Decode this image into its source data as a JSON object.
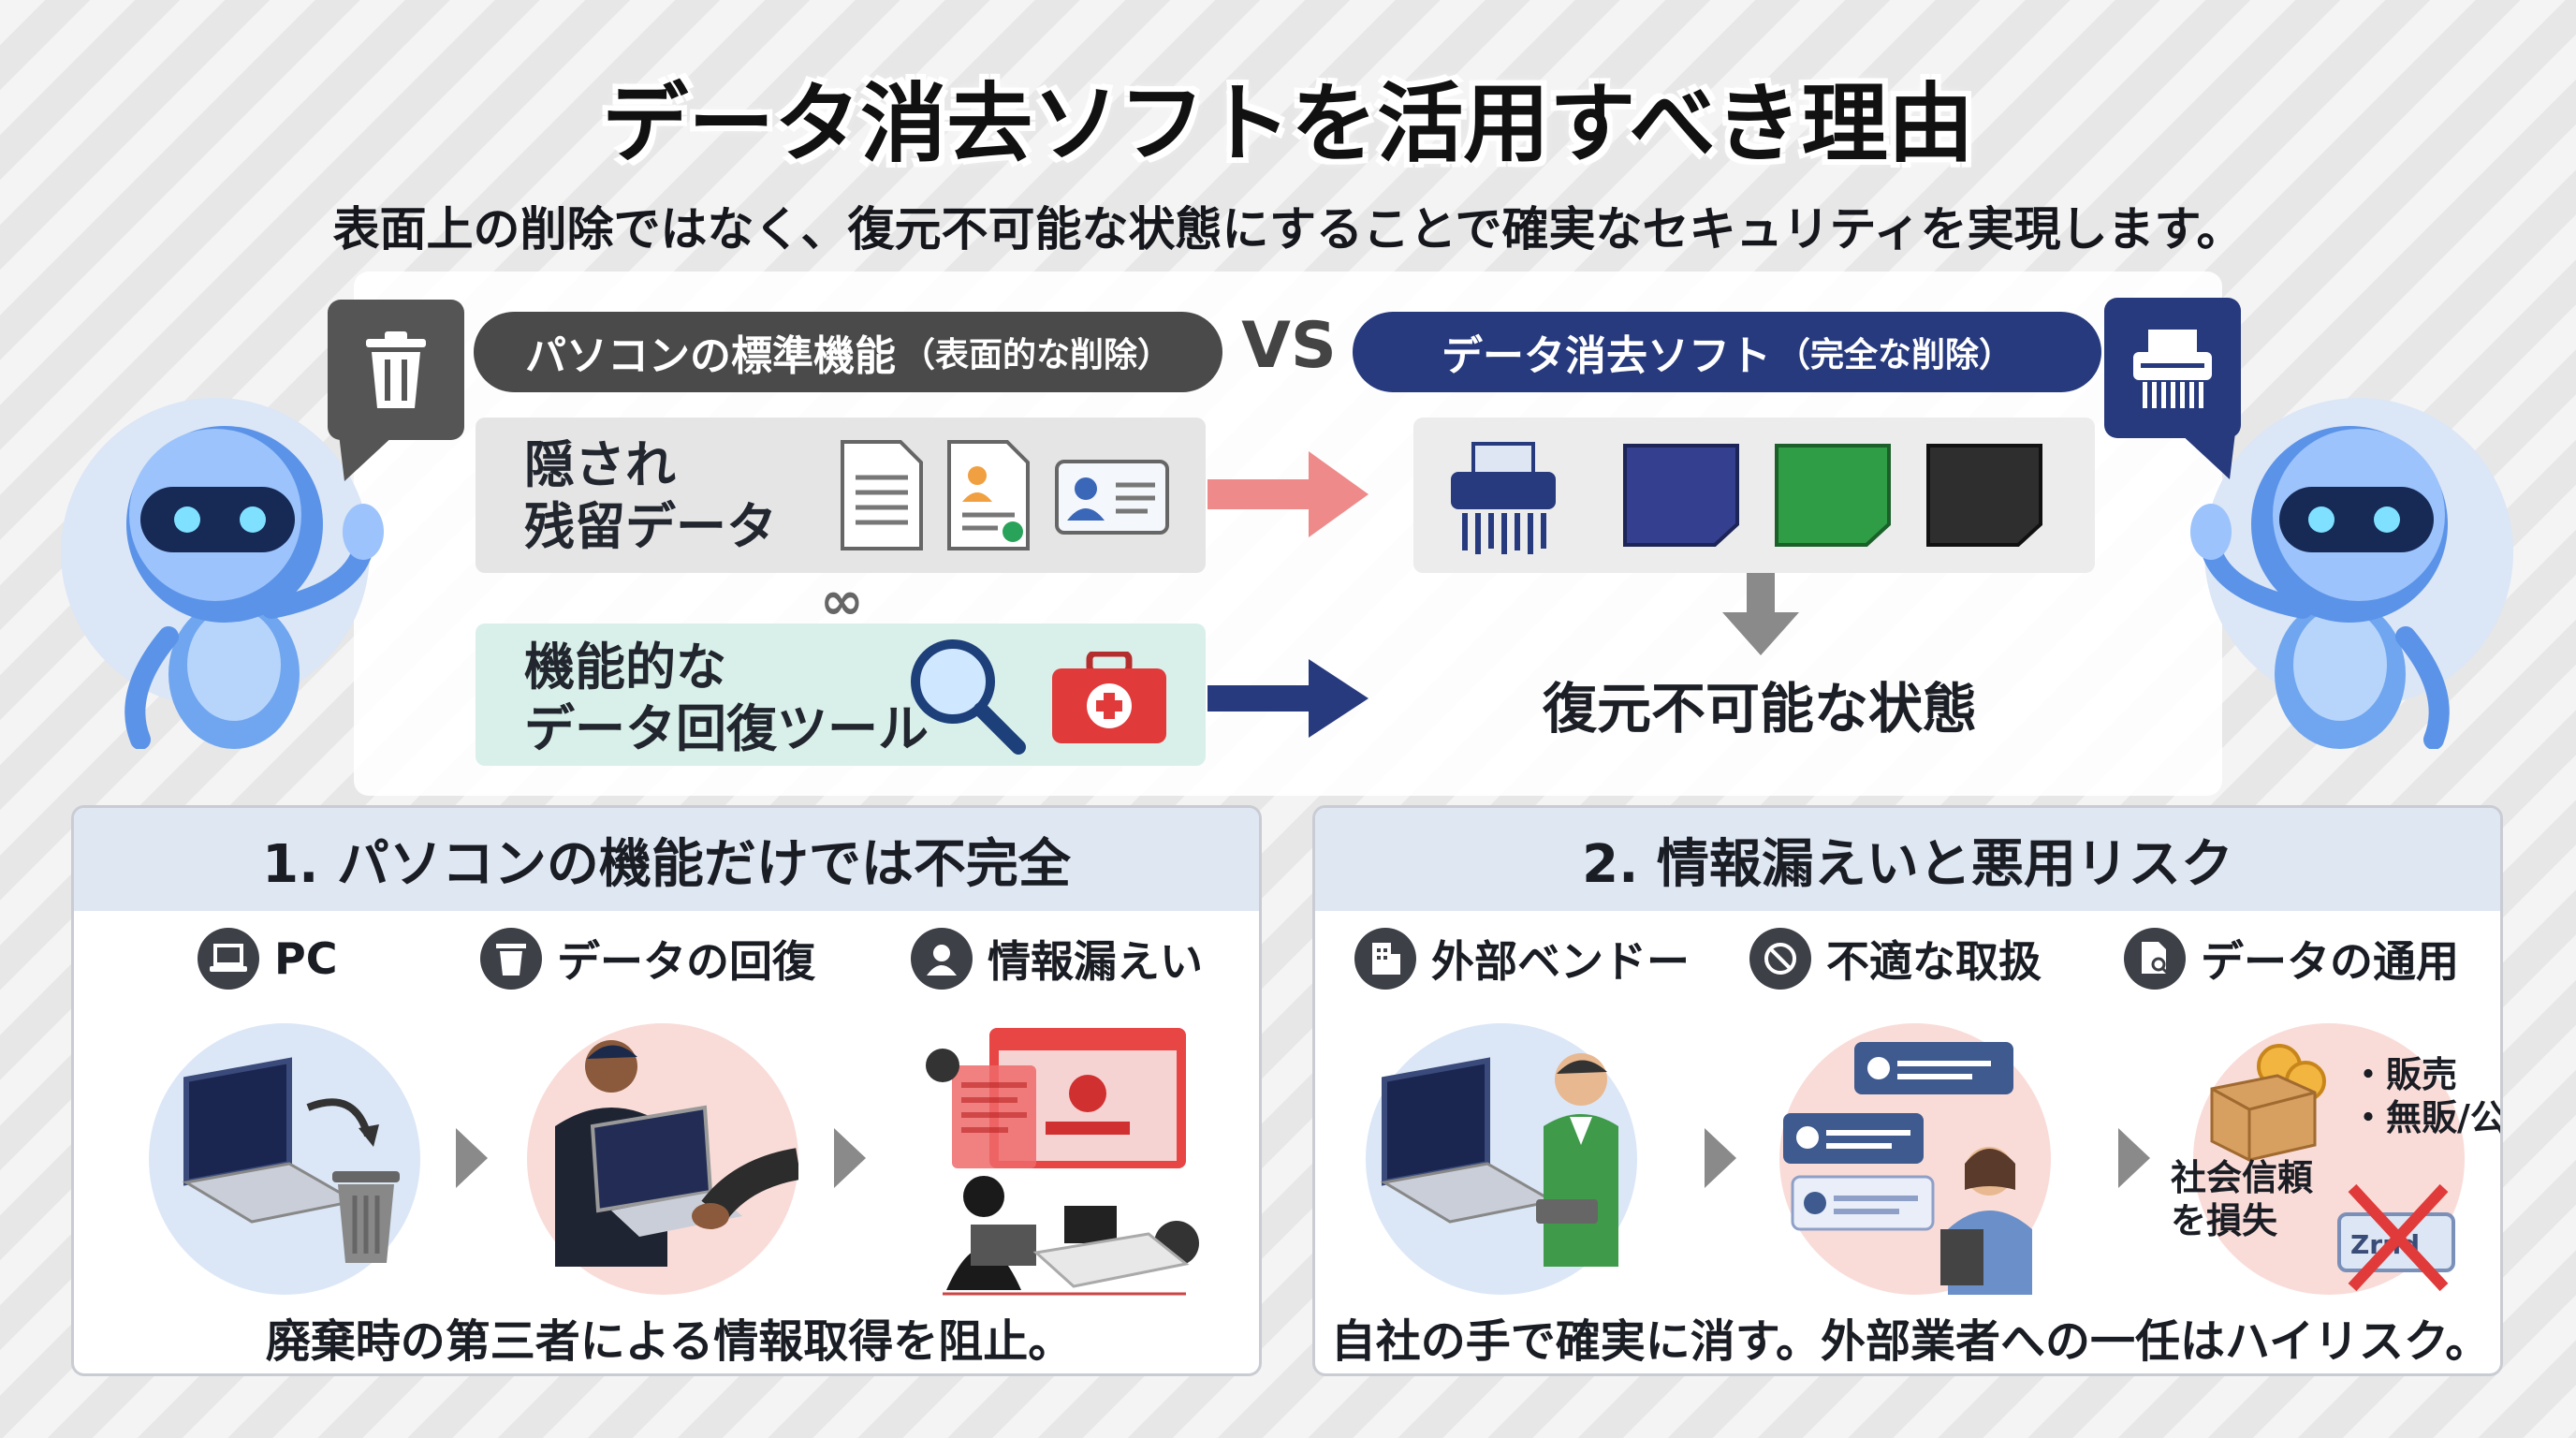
{
  "title": "データ消去ソフトを活用すべき理由",
  "subtitle": "表面上の削除ではなく、復元不可能な状態にすることで確実なセキュリティを実現します。",
  "comparison": {
    "left_pill": {
      "main": "パソコンの標準機能",
      "sub": "（表面的な削除）"
    },
    "vs": "VS",
    "right_pill": {
      "main": "データ消去ソフト",
      "sub": "（完全な削除）"
    },
    "hidden_data": [
      "隠され",
      "残留データ"
    ],
    "recovery_tool": [
      "機能的な",
      "データ回復ツール"
    ],
    "result": "復元不可能な状態",
    "link_glyph": "∞",
    "colors": {
      "left": "#4a4a4a",
      "right": "#273a7e",
      "arrow_red": "#ee8a8a",
      "arrow_navy": "#273a7e"
    }
  },
  "cards": [
    {
      "heading": "1. パソコンの機能だけでは不完全",
      "steps": [
        {
          "label": "PC",
          "icon": "laptop-icon"
        },
        {
          "label": "データの回復",
          "icon": "trash-icon"
        },
        {
          "label": "情報漏えい",
          "icon": "user-icon"
        }
      ],
      "footer": "廃棄時の第三者による情報取得を阻止。"
    },
    {
      "heading": "2. 情報漏えいと悪用リスク",
      "steps": [
        {
          "label": "外部ベンドー",
          "icon": "building-icon"
        },
        {
          "label": "不適な取扱",
          "icon": "prohibited-icon"
        },
        {
          "label": "データの通用",
          "icon": "document-search-icon"
        }
      ],
      "notes": {
        "sale": "・販売",
        "publish": "・無販/公開",
        "trust": [
          "社会信頼",
          "を損失"
        ]
      },
      "footer": "自社の手で確実に消す。外部業者への一任はハイリスク。"
    }
  ]
}
